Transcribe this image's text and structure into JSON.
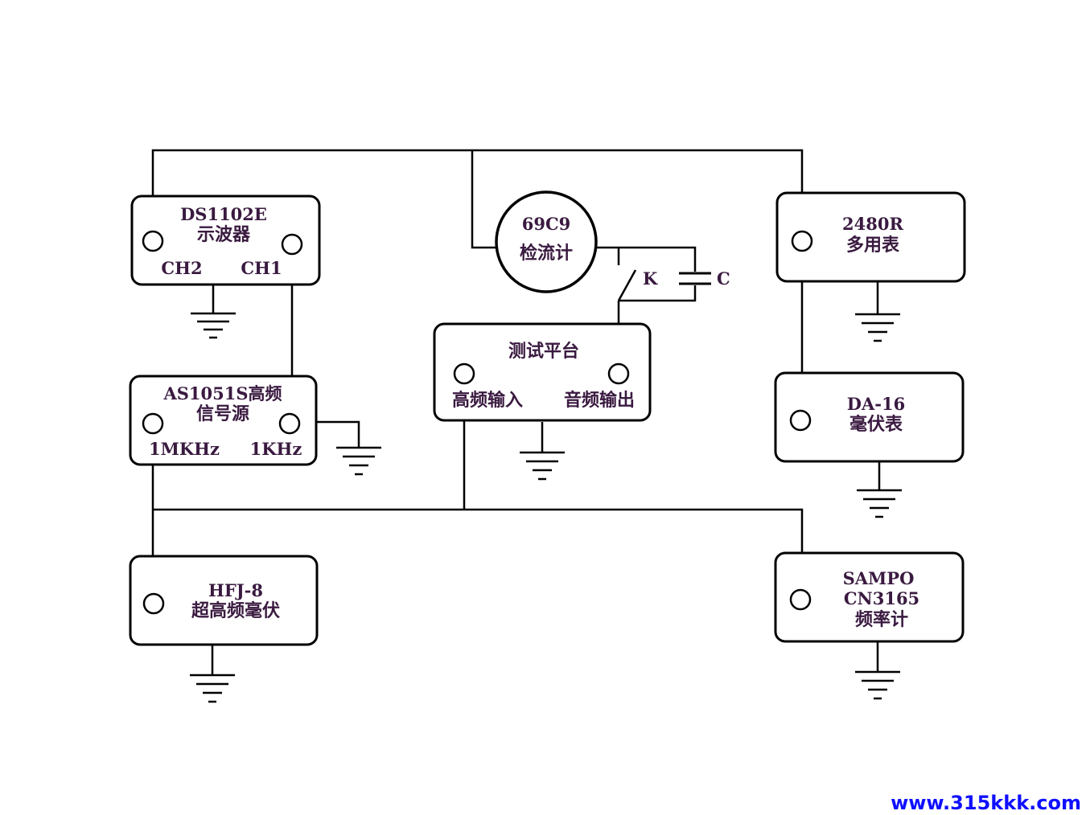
{
  "devices": {
    "oscilloscope": {
      "model": "DS1102E",
      "name": "示波器",
      "ch2": "CH2",
      "ch1": "CH1"
    },
    "signal_generator": {
      "model_name": "AS1051S高频",
      "name": "信号源",
      "out_hf": "1MKHz",
      "out_af": "1KHz"
    },
    "galvanometer": {
      "model": "69C9",
      "name": "检流计"
    },
    "switch": {
      "label": "K"
    },
    "capacitor": {
      "label": "C"
    },
    "test_platform": {
      "name": "测试平台",
      "in_hf": "高频输入",
      "out_af": "音频输出"
    },
    "multimeter": {
      "model": "2480R",
      "name": "多用表"
    },
    "millivoltmeter": {
      "model": "DA-16",
      "name": "毫伏表"
    },
    "uhf_millivoltmeter": {
      "model": "HFJ-8",
      "name": "超高频毫伏"
    },
    "frequency_counter": {
      "brand": "SAMPO",
      "model": "CN3165",
      "name": "频率计"
    }
  },
  "watermark": "www.315kkk.com"
}
